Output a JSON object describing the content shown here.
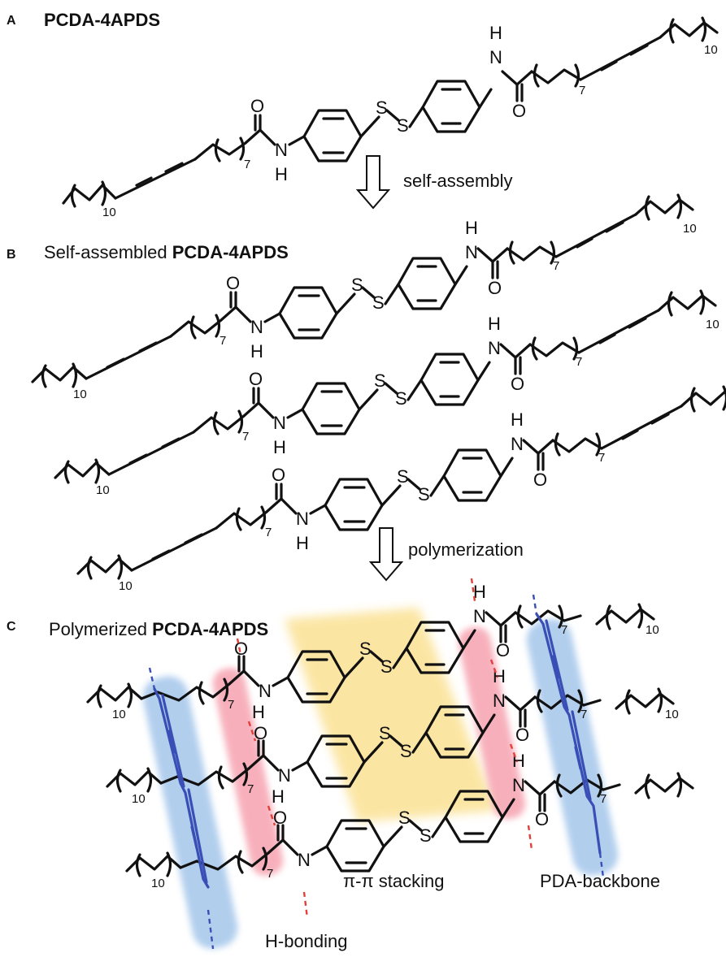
{
  "panels": {
    "a": {
      "letter": "A",
      "title_bold": "PCDA-4APDS"
    },
    "b": {
      "letter": "B",
      "title_prefix": "Self-assembled ",
      "title_bold": "PCDA-4APDS"
    },
    "c": {
      "letter": "C",
      "title_prefix": "Polymerized ",
      "title_bold": "PCDA-4APDS"
    }
  },
  "arrows": {
    "self_assembly": "self-assembly",
    "polymerization": "polymerization"
  },
  "annotations": {
    "pi_stacking": "π-π stacking",
    "pda_backbone": "PDA-backbone",
    "h_bonding": "H-bonding"
  },
  "atoms": {
    "sulfur": "S",
    "nitrogen": "N",
    "hydrogen": "H",
    "oxygen": "O"
  },
  "repeat_counts": {
    "alkyl_tail": "10",
    "methylene_spacer": "7"
  },
  "colors": {
    "pi_stacking_highlight": "#fbe39a",
    "h_bond_highlight": "#f6a3b0",
    "backbone_highlight": "#a9c9ec",
    "h_bond_dash": "#e0403a",
    "backbone_bond": "#3a4fb5"
  }
}
